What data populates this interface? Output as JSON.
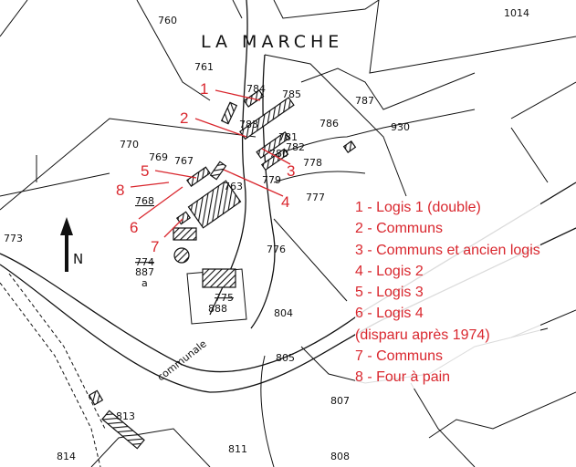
{
  "title": "LA MARCHE",
  "north_label": "N",
  "road_label": "communale",
  "parcels": {
    "p760": "760",
    "p1014": "1014",
    "p761": "761",
    "p784": "784",
    "p785": "785",
    "p787": "787",
    "p783": "783",
    "p786": "786",
    "p930": "930",
    "p782": "782",
    "p781": "781",
    "p780": "780",
    "p770": "770",
    "p769": "769",
    "p767": "767",
    "p768": "768",
    "p778": "778",
    "p779": "779",
    "p763": "763",
    "p777": "777",
    "p773": "773",
    "p776": "776",
    "p774": "774",
    "p887": "887",
    "p887a": "a",
    "p775": "775",
    "p888": "888",
    "p804": "804",
    "p805": "805",
    "p807": "807",
    "p813": "813",
    "p814": "814",
    "p811": "811",
    "p808": "808"
  },
  "markers": [
    "1",
    "2",
    "3",
    "4",
    "5",
    "6",
    "7",
    "8"
  ],
  "legend": [
    "1 - Logis 1 (double)",
    "2 - Communs",
    "3 - Communs et ancien logis",
    "4 - Logis 2",
    "5 - Logis 3",
    "6 - Logis 4",
    "(disparu après 1974)",
    "7 - Communs",
    "8 - Four à pain"
  ],
  "colors": {
    "annotation": "#d9272e",
    "lines": "#111111"
  }
}
